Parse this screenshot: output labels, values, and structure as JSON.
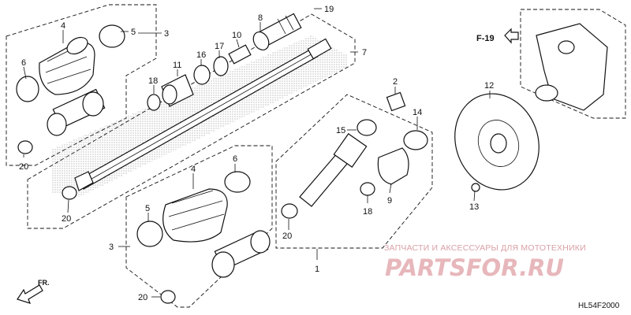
{
  "callouts": {
    "p1": "1",
    "p2": "2",
    "p3a": "3",
    "p3b": "3",
    "p4a": "4",
    "p4b": "4",
    "p5a": "5",
    "p5b": "5",
    "p6a": "6",
    "p6b": "6",
    "p7": "7",
    "p8": "8",
    "p9": "9",
    "p10": "10",
    "p11": "11",
    "p12": "12",
    "p13": "13",
    "p14": "14",
    "p15": "15",
    "p16": "16",
    "p17": "17",
    "p18a": "18",
    "p18b": "18",
    "p19": "19",
    "p20a": "20",
    "p20b": "20",
    "p20c": "20",
    "p20d": "20"
  },
  "reference": {
    "label": "F-19"
  },
  "direction": {
    "label": "FR."
  },
  "watermark": {
    "subtitle": "ЗАПЧАСТИ И АКСЕССУАРЫ ДЛЯ МОТОТЕХНИКИ",
    "logo": "PARTSFOR.RU"
  },
  "diagram_code": "HL54F2000",
  "colors": {
    "line": "#111111",
    "watermark": "#e7b7bb",
    "background": "#ffffff"
  }
}
